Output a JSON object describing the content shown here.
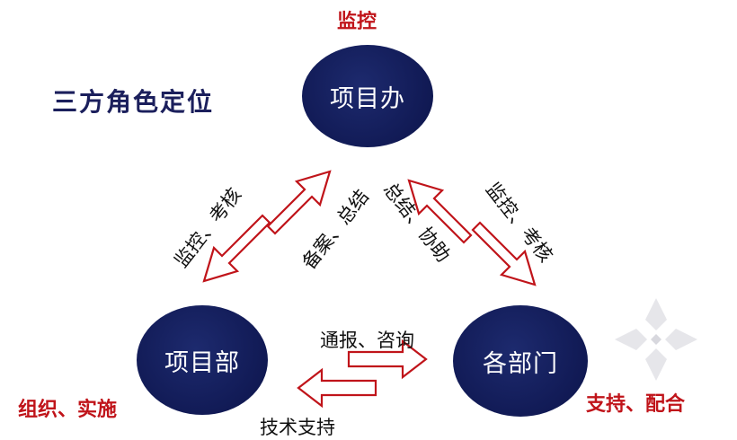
{
  "title": "三方角色定位",
  "nodes": {
    "top": {
      "label": "项目办",
      "role": "监控"
    },
    "left": {
      "label": "项目部",
      "role": "组织、实施"
    },
    "right": {
      "label": "各部门",
      "role": "支持、配合"
    }
  },
  "edges": {
    "top_to_left": "监控、考核",
    "left_to_top": "备案、总结",
    "right_to_top": "总结、协助",
    "top_to_right": "监控、考核",
    "left_to_right": "通报、咨询",
    "right_to_left": "技术支持"
  },
  "colors": {
    "node_fill": "#121b57",
    "arrow_stroke": "#c0141a",
    "label_red": "#c0141a",
    "title_color": "#1b1f5c"
  }
}
